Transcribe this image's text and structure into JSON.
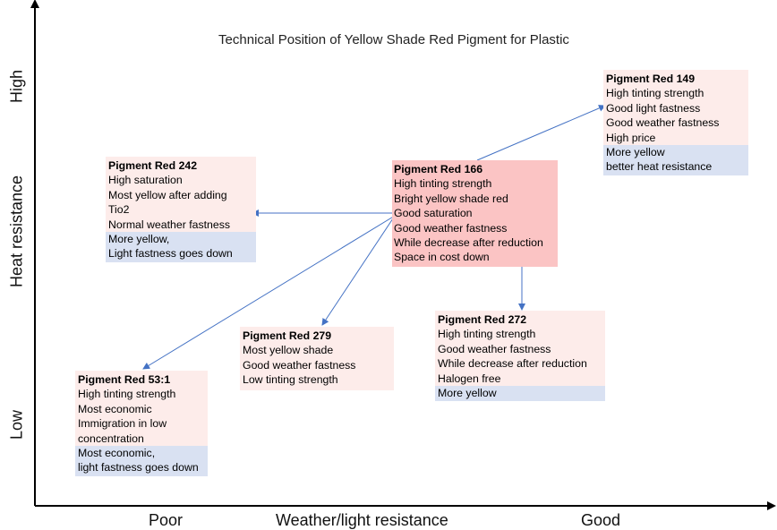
{
  "title": "Technical Position of Yellow Shade Red Pigment for Plastic",
  "axes": {
    "y_label": "Heat resistance",
    "y_high": "High",
    "y_low": "Low",
    "x_label": "Weather/light resistance",
    "x_poor": "Poor",
    "x_good": "Good"
  },
  "pigments": {
    "red166": {
      "name": "Pigment Red 166",
      "lines": [
        "High tinting strength",
        "Bright yellow shade red",
        "Good saturation",
        "Good weather fastness",
        "While decrease after reduction",
        "Space in cost down"
      ]
    },
    "red149": {
      "name": "Pigment Red 149",
      "lines": [
        "High tinting strength",
        "Good light fastness",
        "Good weather fastness",
        "High price"
      ],
      "extra": [
        "More yellow",
        "better heat resistance"
      ]
    },
    "red242": {
      "name": "Pigment Red 242",
      "lines": [
        "High saturation",
        "Most yellow after adding",
        "Tio2",
        "Normal weather fastness"
      ],
      "extra": [
        "More yellow,",
        "Light fastness goes down"
      ]
    },
    "red272": {
      "name": "Pigment Red 272",
      "lines": [
        "High tinting strength",
        "Good weather fastness",
        "While decrease after reduction",
        "Halogen free"
      ],
      "extra": [
        "More yellow"
      ]
    },
    "red279": {
      "name": "Pigment Red 279",
      "lines": [
        "Most yellow shade",
        "Good weather fastness",
        "Low tinting strength"
      ]
    },
    "red53": {
      "name": "Pigment Red 53:1",
      "lines": [
        "High tinting strength",
        "Most economic",
        "Immigration in low",
        "concentration"
      ],
      "extra": [
        "Most economic,",
        "light fastness goes down"
      ]
    }
  },
  "colors": {
    "box_main": "#fdecea",
    "box_central": "#fbc4c4",
    "box_extra": "#d9e1f2",
    "arrow": "#4472c4",
    "axis": "#000000"
  }
}
